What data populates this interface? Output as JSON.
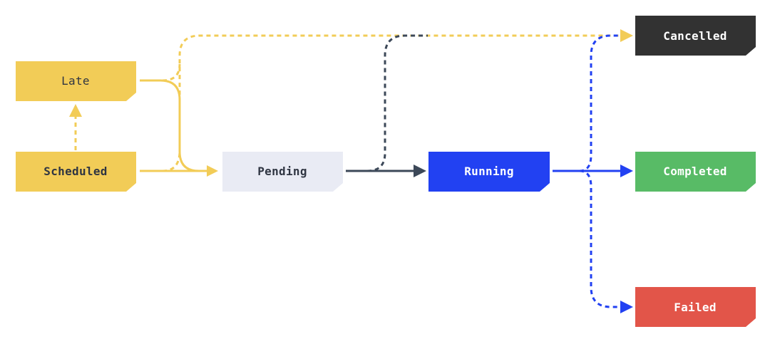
{
  "colors": {
    "yellow": "#F2CC57",
    "pending_fill": "#E9EBF4",
    "dark": "#323232",
    "blue": "#2241F2",
    "green": "#58BB66",
    "red": "#E25549",
    "slate": "#3C4858",
    "text_dark": "#2F3542",
    "text_light": "#FFFFFF"
  },
  "states": {
    "late": {
      "label": "Late"
    },
    "scheduled": {
      "label": "Scheduled"
    },
    "pending": {
      "label": "Pending"
    },
    "running": {
      "label": "Running"
    },
    "cancelled": {
      "label": "Cancelled"
    },
    "completed": {
      "label": "Completed"
    },
    "failed": {
      "label": "Failed"
    }
  }
}
